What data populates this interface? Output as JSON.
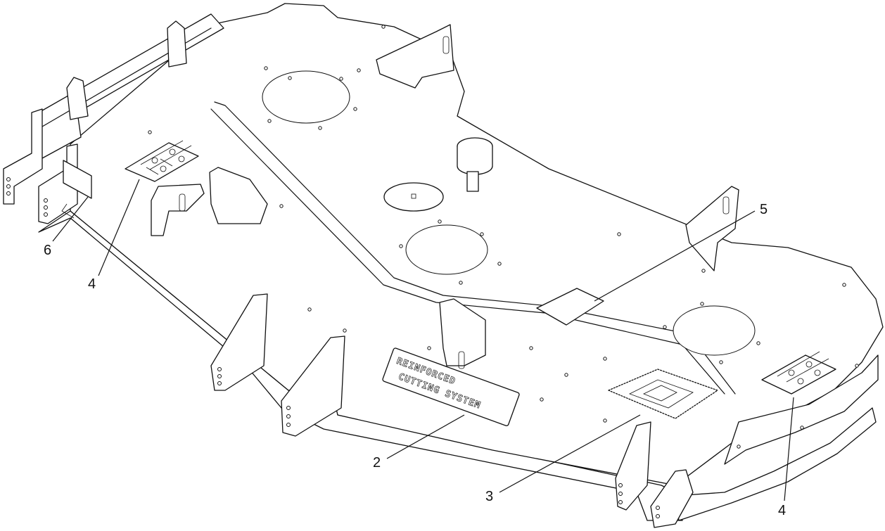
{
  "callouts": [
    {
      "id": "c2",
      "number": "2"
    },
    {
      "id": "c3",
      "number": "3"
    },
    {
      "id": "c4a",
      "number": "4"
    },
    {
      "id": "c4b",
      "number": "4"
    },
    {
      "id": "c5",
      "number": "5"
    },
    {
      "id": "c6",
      "number": "6"
    }
  ],
  "decal_text": {
    "line1": "REINFORCED",
    "line2": "CUTTING SYSTEM"
  }
}
